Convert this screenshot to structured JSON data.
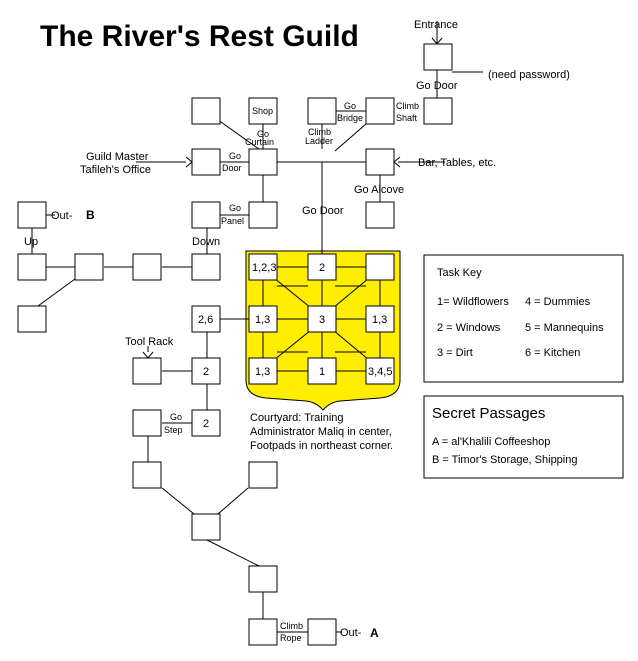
{
  "title": "The River's Rest Guild",
  "labels": {
    "entrance": "Entrance",
    "need_password": "(need password)",
    "go_door_top": "Go Door",
    "shop": "Shop",
    "go_curtain_1": "Go",
    "go_curtain_2": "Curtain",
    "climb_ladder_1": "Climb",
    "climb_ladder_2": "Ladder",
    "go_bridge_1": "Go",
    "go_bridge_2": "Bridge",
    "climb_shaft_1": "Climb",
    "climb_shaft_2": "Shaft",
    "guild_master_1": "Guild Master",
    "guild_master_2": "Tafileh's Office",
    "go_door_office_1": "Go",
    "go_door_office_2": "Door",
    "bar_tables": "Bar, Tables, etc.",
    "go_alcove": "Go Alcove",
    "out_b": "Out-",
    "b_mark": "B",
    "up": "Up",
    "go_panel_1": "Go",
    "go_panel_2": "Panel",
    "down": "Down",
    "go_door_courtyard": "Go Door",
    "tool_rack": "Tool Rack",
    "go_step_1": "Go",
    "go_step_2": "Step",
    "climb_rope_1": "Climb",
    "climb_rope_2": "Rope",
    "out_a": "Out-",
    "a_mark": "A"
  },
  "rooms": {
    "r_26": "2,6",
    "r_2a": "2",
    "r_2b": "2",
    "c_123": "1,2,3",
    "c_2": "2",
    "c_13w": "1,3",
    "c_3": "3",
    "c_13e": "1,3",
    "c_13sw": "1,3",
    "c_1": "1",
    "c_345": "3,4,5"
  },
  "courtyard_caption": {
    "line1": "Courtyard: Training",
    "line2": "Administrator Maliq in center,",
    "line3": "Footpads in northeast corner."
  },
  "task_key": {
    "title": "Task Key",
    "items": [
      "1= Wildflowers",
      "4 = Dummies",
      "2 = Windows",
      "5 = Mannequins",
      "3 = Dirt",
      "6 = Kitchen"
    ]
  },
  "secret_passages": {
    "title": "Secret Passages",
    "items": [
      "A = al'Khalili Coffeeshop",
      "B = Timor's Storage, Shipping"
    ]
  },
  "colors": {
    "courtyard_fill": "#ffee00",
    "line": "#000000",
    "background": "#ffffff"
  }
}
